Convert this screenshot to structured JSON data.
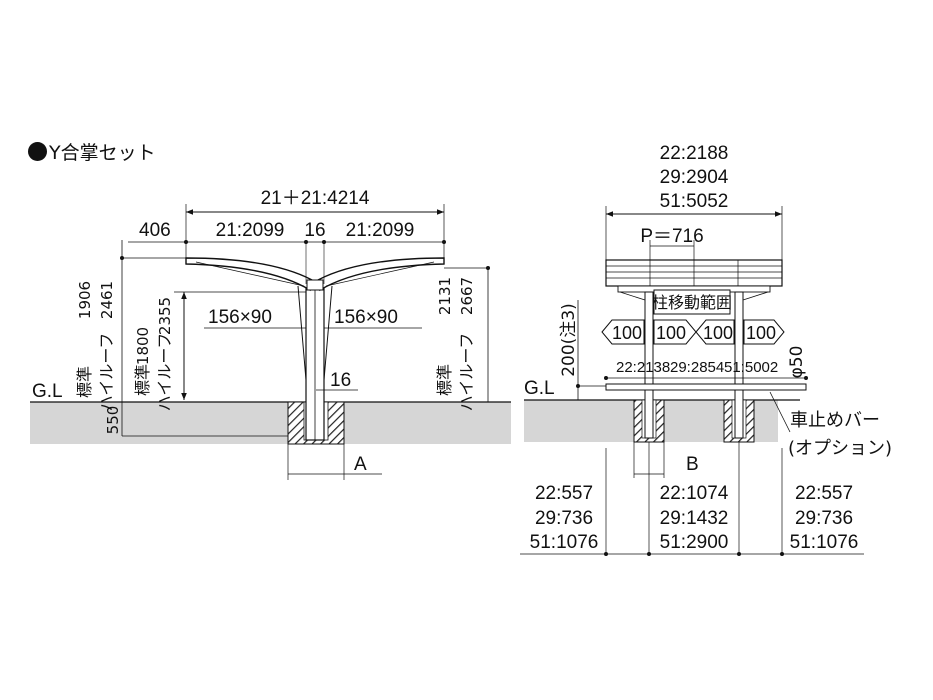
{
  "title": "Y合掌セット",
  "left_view": {
    "overall_width": "21＋21:4214",
    "span_left": "21:2099",
    "gap": "16",
    "span_right": "21:2099",
    "roof_depth": "406",
    "beam_left": "156×90",
    "beam_right": "156×90",
    "post_gap": "16",
    "gl_label": "G.L",
    "left_std": "1906",
    "left_std_label": "標準",
    "left_high_label": "ハイルーフ",
    "left_high": "2461",
    "clear_std_label": "標準",
    "clear_std": "1800",
    "clear_high_label": "ハイルーフ",
    "clear_high": "2355",
    "right_std": "2131",
    "right_std_label": "標準",
    "right_high_label": "ハイルーフ",
    "right_high": "2667",
    "foundation": "550",
    "label_a": "A"
  },
  "right_view": {
    "width_22": "22:2188",
    "width_29": "29:2904",
    "width_51": "51:5052",
    "pitch": "P＝716",
    "post_range": "柱移動範囲",
    "arrow_1": "100",
    "arrow_2": "100",
    "arrow_3": "100",
    "arrow_4": "100",
    "bar_22": "22:2138",
    "bar_29": "29:2854",
    "bar_51": "51:5002",
    "bar_dia": "φ50",
    "bar_height": "200(注3)",
    "gl_label": "G.L",
    "stop_bar": "車止めバー",
    "option": "(オプション)",
    "label_b": "B",
    "left_22": "22:557",
    "left_29": "29:736",
    "left_51": "51:1076",
    "mid_22": "22:1074",
    "mid_29": "29:1432",
    "mid_51": "51:2900",
    "right_22": "22:557",
    "right_29": "29:736",
    "right_51": "51:1076"
  }
}
